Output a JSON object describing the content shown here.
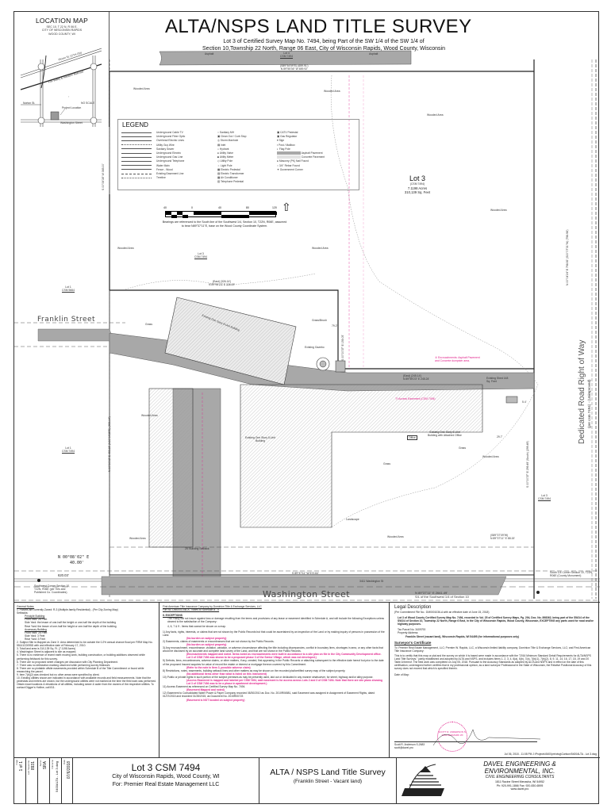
{
  "location_map": {
    "title": "LOCATION MAP",
    "subtitle_lines": [
      "SEC 10, T 22 N, R 06 E,",
      "CITY OF WISCONSIN RAPIDS",
      "WOOD COUNTY, WI"
    ],
    "roads": [
      "State Hwy 13",
      "Plover St. (CTH DD)",
      "Fox Valley & Western Railroad",
      "Norton St.",
      "Washington Street",
      "48th St. N",
      "32nd St. N"
    ],
    "project_location": "Project Location",
    "no_scale": "NO SCALE",
    "north": "NORTH"
  },
  "header": {
    "title": "ALTA/NSPS LAND TITLE SURVEY",
    "subtitle_line1": "Lot 3 of Certified Survey Map No. 7494, being Part of the SW 1/4 of the SW 1/4 of",
    "subtitle_line2": "Section 10,Township 22 North, Range 06 East, City of Wisconsin Rapids, Wood County, Wisconsin"
  },
  "map": {
    "asphalt": "Asphalt",
    "lot4": "Lot 4",
    "lot4_csm": "CSM 7494",
    "north_bearing_record": "(S89°54'59\"E) (659.91')",
    "north_bearing": "N 89°55'36\" W 659.92'",
    "wooded_area": "Wooded Area",
    "grass": "Grass",
    "grass_brush": "Grass/Brush",
    "lot3_title": "Lot 3",
    "lot3_csm": "(CSM 7494)",
    "lot3_acres": "7.1198 Acres",
    "lot3_sqft": "310,139 Sq. Feet",
    "lot3_small": "Lot 3",
    "csm7494": "CSM 7494",
    "lot1": "Lot 1",
    "csm5664": "CSM 5664",
    "inner_north_record": "(East) (326.14')",
    "inner_north": "N 89°59'23\" E 326.15'",
    "west_bearing": "S 00°06'08\" W 365.00'",
    "franklin_street": "Franklin Street",
    "washington_street": "Washington Street",
    "building1": "Existing One Story 8-Unit Building",
    "building2": "Existing One Story 8-Unit Building",
    "building3": "Existing One Story 8-Unit Building with Attached Office",
    "office": "Office",
    "gazebo": "Existing Gazebo",
    "shed": "Existing Shed 148 Sq. Feet",
    "dim_79": "79.2'",
    "dim_297": "29.7'",
    "dim_54": "5.4'",
    "dim_24": "24'",
    "encroachment": "② Encroachments: Asphalt Pavement and Concrete dumpster area.",
    "access_easement": "⑪ Access Easement (CSM 7494)",
    "mid_bearing_record": "(East) (245.14')",
    "mid_bearing": "N 89°59'23\" E 245.24'",
    "east_mid_bearing": "S 00°00'37\" E 159.05'",
    "west_mid_bearing": "N 00°00'02\" E 493.15'",
    "west_mid_record": "(N00°04'25\"E) (493.14')",
    "se_bearing": "S 00°00'37\" E 299.49'",
    "se_record": "(South) (299.49')",
    "east_bearing": "N 00°04'24\" E 798.92'",
    "east_record": "(S00°07'31\"W) (798.98')",
    "right_of_way": "Dedicated Road Right of Way",
    "right_of_way_sub": "(per csm 7494) - (Unimproved)",
    "setback": "25' Building Setback",
    "landscape": "Landscape",
    "mailbox": "Mailbox",
    "south_bearing": "S 89°37'11\" W 572.64'",
    "se_corner_record": "(S89°37'09\"W)",
    "se_corner_bearing": "N 89°37'11\" E 88.15'",
    "north_0008": "N 00°08'02\" E",
    "dist_40": "40.00'",
    "dist_620": "620.03'",
    "sw_corner": "Southwest Corner Section 10, T22N, R06E (per Ties and Published Co. Coordinates)",
    "s_quarter_corner": "South 1/4 Corner Section 10, T22N, R06E (County Monument)",
    "section_line_bearing": "N 89°37'11\" E 2641.49'",
    "section_line": "S/L of the Southwest 1/4 of Section 10",
    "address": "3411 Washington St"
  },
  "legend": {
    "title": "LEGEND",
    "col1": [
      "Underground Cable TV",
      "Underground Fiber Optic",
      "Overhead Electric Lines",
      "Utility Guy Wire",
      "Sanitary Sewer",
      "Underground Electric",
      "Underground Gas Line",
      "Underground Telephone",
      "Water Main",
      "Fence - Wood",
      "Existing Easement Line",
      "Treeline"
    ],
    "col2": [
      "Sanitary MH",
      "Clean Out / Curb Stop",
      "Storm Manhole",
      "Inlet",
      "Hydrant",
      "Utility Valve",
      "Utility Meter",
      "Utility Pole",
      "Light Pole",
      "Electric Pedestal",
      "Electric Transformer",
      "Air Conditioner",
      "Telephone Pedestal"
    ],
    "col3": [
      "CATV Pedestal",
      "Gas Regulator",
      "Sign",
      "Post / Mailbox",
      "Flag Pole",
      "Asphalt Pavement",
      "Concrete Pavement",
      "Masonry (PK) Nail Found",
      "3/4\" Rebar Found",
      "Government Corner"
    ]
  },
  "scale": {
    "ticks": [
      "40",
      "0",
      "40",
      "80",
      "120"
    ],
    "note": "Bearings are referenced to the South line of the Southwest 1/4, Section 10, T22N, R06E, assumed to bear N89°37'11\"E, base on the Wood County Coordinate System."
  },
  "general_notes": {
    "heading": "General Notes:",
    "items": [
      "1.   Parcels are currently Zoned: R-3 (Multiple-family Residential) - (Per City Zoning Map)",
      "Setbacks:",
      "Principle Building",
      "Front Yard: 25 Feet",
      "Side Yard: the lesser of one-half the height or one-half the depth of the building",
      "Rear Yard: the lesser of one-half the height or one-half the depth of the building",
      "Accessory Building",
      "Front Yard: 25 Feet",
      "Side Yard: 3 Feet",
      "Rear Yard: 3 Feet",
      "2.   Subject Site is Mapped as Zone X: Area determined to be outside the 0.2% annual chance flood per FIRM Map No. 55141C0095D with and effective date of February 17, 2010.",
      "3.   Total land area is 310,139 Sq. Ft. (7.1198 Acres)",
      "4.   Washington Street is adjacent to site as mapped.",
      "5.   There is no evidence of recent earth moving work, building construction, or building additions observed while performing fieldwork for this survey.",
      "6.   There are no proposed street changes per discussion with City Planning Department.",
      "7.   There was no delineation marking observed while performing survey fieldwork.",
      "8.   There are no plottable offsite easements provided within Schedule B of the Title Commitment or found while researching the parcel.",
      "9.   Item 7(b)(2) was checked but no other areas were specified by client.",
      "10. Existing utilities shown are indicated in accordance with available records and field measurements. Note that the pedestals and meters are shown, but the underground utilities were not marked at the time the field work was performed. Obtain exact locations & elevations of all utilities, including sewer & water from the owners of the respective utilities. To contact Digger's Hotline, call 811."
    ]
  },
  "exceptions": {
    "company": "First American Title Insurance Company by Dominion Title & Exchange Services, LLC",
    "file_no": "File No. DM0001036-A - Notes to Schedule B - II",
    "heading": "II.  EXCEPTIONS",
    "intro": "The Policy will not insure against loss or damage resulting from the terms and provisions of any lease or easement identified in Schedule A, and will include the following Exceptions unless cleared to the satisfaction of the Company:",
    "cannot_show": "4, 6, 7 & 9 - Items that cannot be shown on a map.",
    "items": [
      {
        "num": "1)",
        "text": "Any facts, rights, interests, or claims that are not shown by the Public Records but that could be ascertained by an inspection of the Land or by making inquiry of persons in possession of the Land.",
        "note": "(No burden on subject property)"
      },
      {
        "num": "2)",
        "text": "Easements, claims of easements or encumbrances that are not shown by the Public Records.",
        "note": "(No burden on subject property)"
      },
      {
        "num": "3)",
        "text": "Any encroachment, encumbrance, violation, variation, or adverse circumstance affecting the title including discrepancies, conflict in boundary lines, shortages in area, or any other facts that would be disclosed by an accurate and complete land survey of the Land, and that are not shown in the Public Records.",
        "note": "(Encroachments mapped and noted. Items noted as encroachments were built in accordance to a site plan on file in the City Community Development office. Lot 3 of CSM 7494 was shown to be a proposed phase 3 of the Senior Village, which was not developed.)"
      },
      {
        "num": "5)",
        "text": "Defects, liens, encumbrances, adverse claims, or other matters, if any, created, first appearing in the Public Records or attaching subsequent to the effective date hereof but prior to the date of the proposed Insured acquires for value of record the estate or interest or mortgage thereon covered by this Commitment.",
        "note": "(Refer to the note in Item 3, possible adverse claim)"
      },
      {
        "num": "8)",
        "text": "Restrictions, notes, easements, building setback lines and other matters as may be shown on the recorded plat/certified survey map of the subject property.",
        "note": "(No additional items other than what is listed on this instrument)"
      },
      {
        "num": "10)",
        "text": "Public or private rights in such portion of the subject premises as may be presently used, laid out or dedicated in any manner whatsoever, for street, highway and/or alley purpose.",
        "note": "(Access Easement is mapped and labeled per CSM 7494, said easement is for access across Lots 2 and 3 of CSM 7494. Note that there are site plans showing Lot 3 of CSM 7494 was to be a phase in apartment development.)"
      },
      {
        "num": "11)",
        "text": "Access Easement as referenced on Certified Survey Map No. 7494.",
        "note": "(Easement Mapped and noted)"
      },
      {
        "num": "12)",
        "text": "Easement to Consolidated Water Power & Paper Company recorded 08/30/2010 as Doc. No. 2010R06581, said Easement was assigned in Assignment of Easement Rights, dated 01/07/2015 and recorded 01/28/2015, as Document No. 2015R00723",
        "note": "(Easement is NOT located on subject property)"
      }
    ]
  },
  "legal": {
    "heading": "Legal Description",
    "commitment": "(Per Commitment File No.: DM0001036-A with an effective date of June 15, 2018)",
    "description": "Lot 3 of Wood County Certified Survey Map No. 7494, recorded in Vol. 25 of Certified Survey Maps, Pg. 294, Doc. No. 898362, being part of the SW1/4 of the SW1/4 of Section 10, Township 22 North, Range 6 East, in the City of Wisconsin Rapids, Wood County, Wisconsin, EXCEPTING any parts used for road and/or highway purposes.",
    "tax_parcel": "Tax Parcel No. 3409793",
    "property_address_label": "Property Address:",
    "property_address": "Franklin Street (vacant land), Wisconsin Rapids, WI 54495 (for informational purposes only)",
    "cert_heading": "Surveyor's Certificate",
    "cert_to": "To: Premier Real Estate Management, LLC; Premier W. Rapids, LLC, a Wisconsin limited liability company; Dominion Title & Exchange Services, LLC; and First American Title Insurance Company:",
    "cert_body": "This is to certify that this map or plat and the survey on which it is based were made in accordance with the \"2016 Minimum Standard Detail Requirements for ALTA/NSPS Land Title Surveys,\" jointly established and adopted by ALTA and NSPS, and includes Items 1, 2, 3, 4, 6(a), 6(b), 7(a), 7(b)(1), 7(b)(2), 8, 9, 11, 14, 16, 17, 18, 19 and 20 Table A thereof. The field work was completed on July 05, 2018. Pursuant to the Accuracy Standards as adopted by ALTA and NSPS and in effect on the date of this certification, undersigned further certifies that in my professional opinion, as a land surveyor Professional in the State of Wisconsin, the Relative Positional Accuracy of this survey does not exceed that which is specified therein.",
    "date_of_map": "Date of Map:",
    "surveyor": "Scott R. Anderson S-2683",
    "email": "scott@davel.pro",
    "seal": "SCOTT R. ANDERSON S-2683 DENMARK WI",
    "file_path": "Jul 06, 2018 - 11:08 PM   J:\\Projects\\5400pre\\dwg\\Carlson\\5400ALTA - Lot 3.dwg"
  },
  "title_block": {
    "sheet_label": "Page",
    "sheet": "1 of 1",
    "job_label": "Last Saved No.",
    "job": "8931",
    "drawn_label": "Author",
    "drawn": "SRA",
    "file_label": "Filename",
    "file": "5400ALTA - Lot 3.dwg",
    "date_label": "Date",
    "date": "07/6/2018",
    "project_title": "Lot 3 CSM 7494",
    "project_line2": "City of Wisconsin Rapids, Wood County, WI",
    "project_line3": "For: Premier Real Estate Management LLC",
    "survey_title": "ALTA / NSPS Land Title Survey",
    "survey_sub": "(Franklin Street - Vacant land)",
    "company_line1": "DAVEL ENGINEERING &",
    "company_line2": "ENVIRONMENTAL, INC.",
    "company_line3": "CIVIL ENGINEERING CONSULTANTS",
    "company_address": "1811 Racine Street  Menasha, WI 54952",
    "company_phone": "Ph: 920-991-1866  Fax: 920-830-6595",
    "company_web": "www.davel.pro",
    "logo_text": "DAVEL"
  },
  "colors": {
    "pavement": "#a8a8a8",
    "easement": "#e0208a",
    "line": "#222222"
  }
}
